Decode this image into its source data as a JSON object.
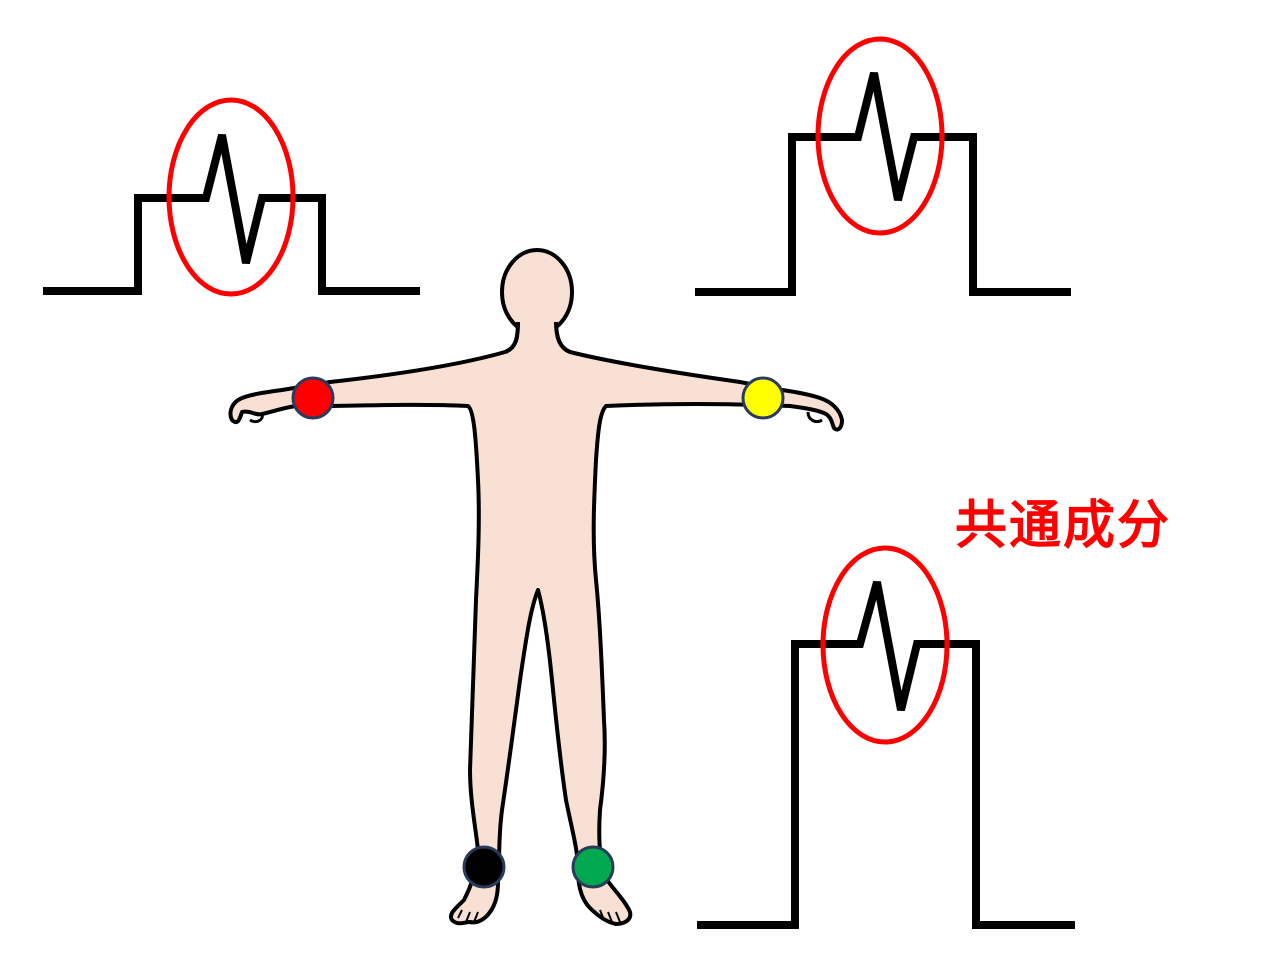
{
  "annotation": {
    "text": "共通成分",
    "color": "#ff0000"
  },
  "colors": {
    "body_fill": "#f9e0d4",
    "outline": "#000000",
    "highlight": "#ff0000",
    "electrode_border": "#2a3a5a"
  },
  "electrodes": [
    {
      "name": "right-arm-electrode",
      "color": "#ff0000"
    },
    {
      "name": "left-arm-electrode",
      "color": "#ffff00"
    },
    {
      "name": "right-leg-electrode",
      "color": "#000000"
    },
    {
      "name": "left-leg-electrode",
      "color": "#00a84f"
    }
  ],
  "waveforms": [
    {
      "name": "waveform-top-left"
    },
    {
      "name": "waveform-top-right"
    },
    {
      "name": "waveform-bottom-right"
    }
  ]
}
